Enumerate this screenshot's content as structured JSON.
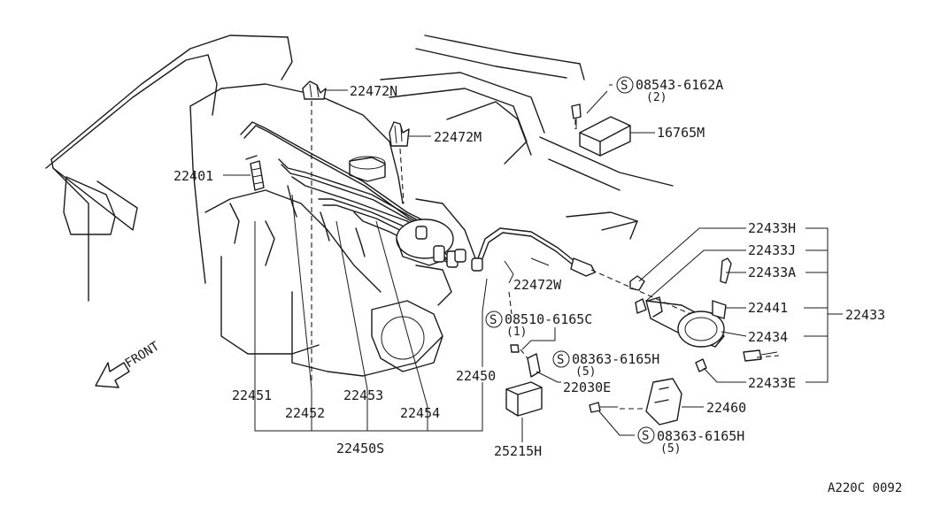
{
  "labels": {
    "p22472N": "22472N",
    "p22472M": "22472M",
    "s1": "08543-6162A",
    "s1_qty": "(2)",
    "p16765M": "16765M",
    "p22401": "22401",
    "p22433H": "22433H",
    "p22433J": "22433J",
    "p22433A": "22433A",
    "p22441": "22441",
    "p22433": "22433",
    "p22434": "22434",
    "p22433E": "22433E",
    "p22472W": "22472W",
    "s2": "08510-6165C",
    "s2_qty": "(1)",
    "s3": "08363-6165H",
    "s3_qty": "(5)",
    "p22030E": "22030E",
    "p22450": "22450",
    "p22451": "22451",
    "p22452": "22452",
    "p22453": "22453",
    "p22454": "22454",
    "p22450S": "22450S",
    "p25215H": "25215H",
    "p22460": "22460",
    "s4": "08363-6165H",
    "s4_qty": "(5)",
    "front": "FRONT",
    "screw_symbol": "S",
    "diagram_ref": "A220C 0092"
  },
  "colors": {
    "ink": "#1a1a1a",
    "paper": "#ffffff"
  }
}
